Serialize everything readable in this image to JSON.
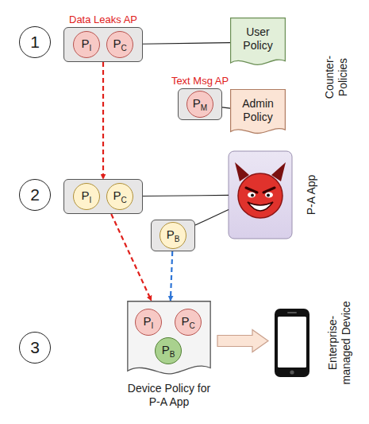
{
  "diagram": {
    "nodes": [
      {
        "text": [
          "1"
        ]
      },
      {
        "text": [
          "Data Leaks AP"
        ]
      },
      {
        "text": [
          "PI"
        ],
        "in": 1
      },
      {
        "text": [
          "PC"
        ],
        "in": 1
      },
      {
        "text": [
          "User Policy"
        ]
      },
      {
        "text": [
          "Text Msg AP"
        ]
      },
      {
        "text": [
          "PM"
        ],
        "in": 5
      },
      {
        "text": [
          "Admin Policy"
        ]
      },
      {
        "text": [
          "2"
        ]
      },
      {},
      {
        "text": [
          "PI"
        ],
        "in": 9
      },
      {
        "text": [
          "PC"
        ],
        "in": 9
      },
      {
        "text": [
          "P-A App"
        ]
      },
      {},
      {
        "text": [
          "PB"
        ],
        "in": 13
      },
      {
        "text": [
          "3"
        ]
      },
      {
        "text": [
          "Device Policy for P-A App"
        ]
      },
      {
        "text": [
          "PI"
        ],
        "in": 16
      },
      {
        "text": [
          "PC"
        ],
        "in": 16
      },
      {
        "text": [
          "PB"
        ],
        "in": 16
      },
      {
        "text": [
          "Enterprise- managed Device"
        ]
      }
    ],
    "edges": [
      {
        "from": 1,
        "to": 9,
        "arrow": "to"
      },
      {
        "from": 9,
        "to": 16,
        "arrow": "to"
      },
      {
        "from": 13,
        "to": 16,
        "arrow": "to"
      },
      {
        "from": 1,
        "to": 4,
        "arrow": "none"
      },
      {
        "from": 5,
        "to": 7,
        "arrow": "none"
      },
      {
        "from": 9,
        "to": 12,
        "arrow": "none"
      },
      {
        "from": 13,
        "to": 12,
        "arrow": "none"
      },
      {
        "from": 16,
        "to": 20,
        "arrow": "to"
      }
    ],
    "labels": [
      "Counter- Policies"
    ]
  }
}
